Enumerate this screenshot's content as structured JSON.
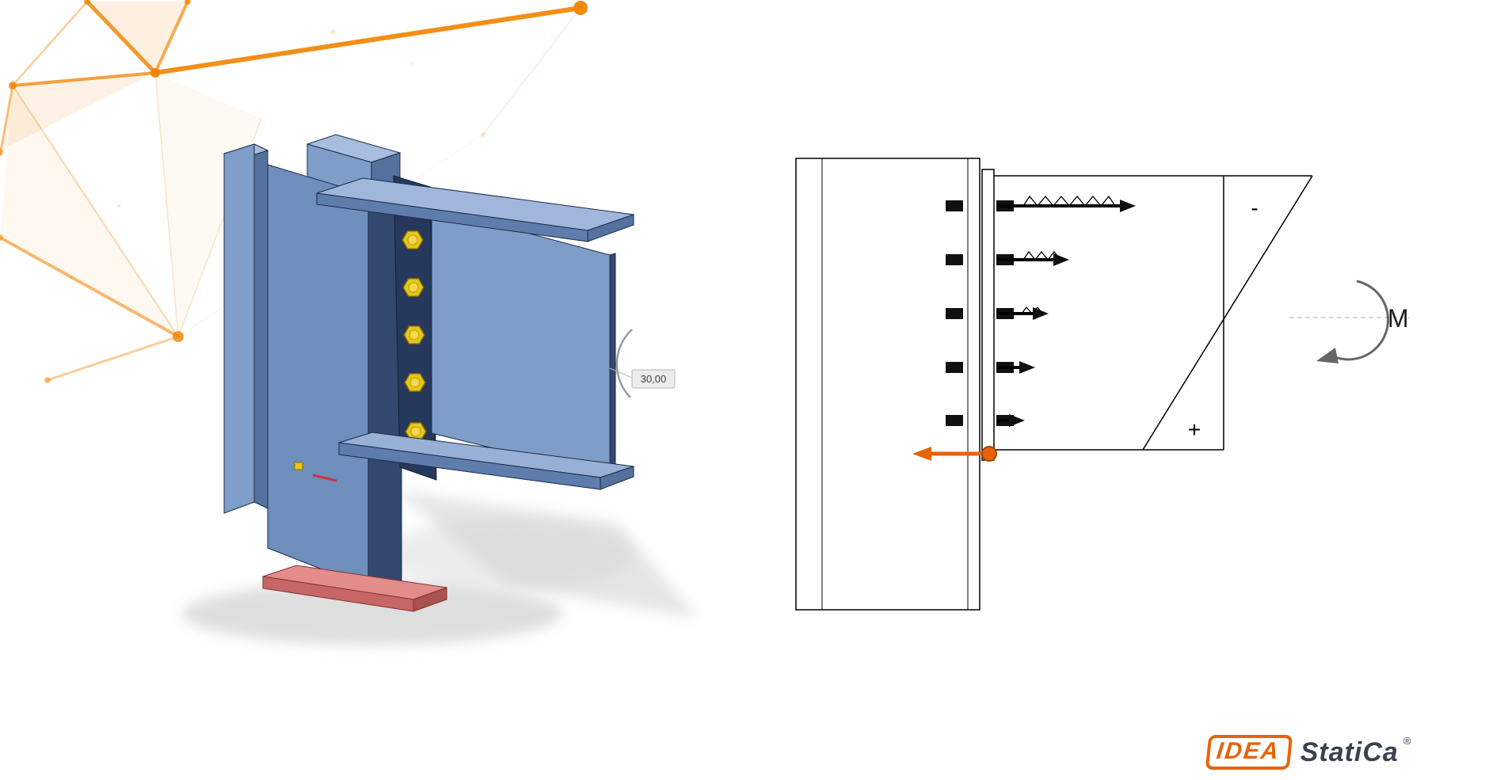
{
  "hero": {
    "dimension_label": "30,00"
  },
  "diagram": {
    "moment_label": "M",
    "tension_sign": "-",
    "compression_sign": "+",
    "bolt_rows": 5
  },
  "logo": {
    "idea": "IDEA",
    "statica": "StatiCa",
    "registered": "®"
  },
  "colors": {
    "accent_orange": "#F08300",
    "force_orange": "#E8630A",
    "steel_blue": "#7E9DC8",
    "steel_dark": "#33486E",
    "bolt_yellow": "#E8C51D",
    "base_plate_red": "#DE8A8A",
    "diagram_line": "#000000"
  }
}
